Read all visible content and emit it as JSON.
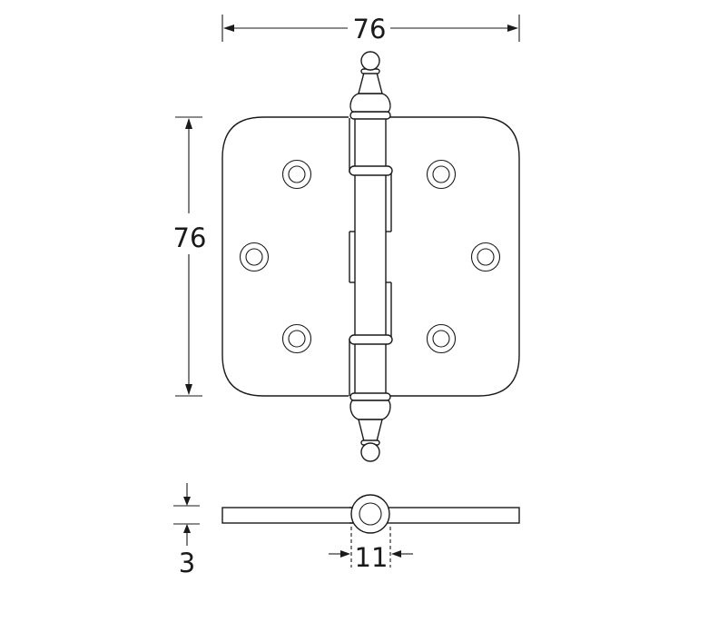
{
  "drawing": {
    "subject": "butt hinge with finial tips, rounded corners",
    "dimensions": {
      "width": "76",
      "height": "76",
      "thickness": "3",
      "knuckle_diameter": "11"
    },
    "views": [
      "front view",
      "top view"
    ],
    "screw_holes": 6,
    "line_color": "#1a1a1a",
    "background": "#ffffff"
  }
}
